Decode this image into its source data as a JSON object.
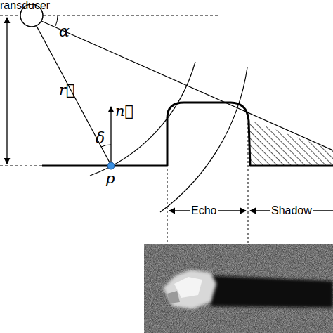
{
  "diagram": {
    "labels": [
      "ransducer",
      "α",
      "r⃗",
      "n⃗",
      "δ",
      "p",
      "Echo",
      "Shadow"
    ]
  }
}
